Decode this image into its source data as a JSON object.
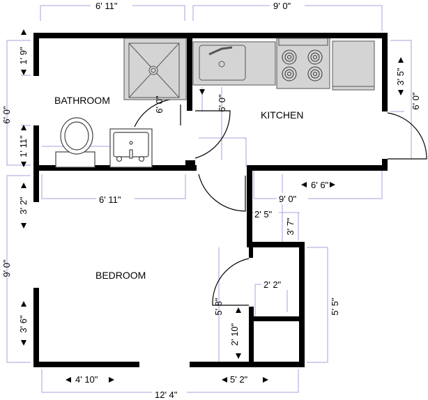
{
  "rooms": {
    "bathroom": "BATHROOM",
    "kitchen": "KITCHEN",
    "bedroom": "BEDROOM"
  },
  "dimensions": {
    "bath_top_width": "6' 11\"",
    "kitchen_top_width": "9' 0\"",
    "bath_left_height": "6' 0\"",
    "bath_upper_segment": "1' 9\"",
    "bath_lower_segment": "1' 11\"",
    "bath_inner_height": "6' 0\"",
    "kitchen_inner_height": "6' 0\"",
    "kitchen_right_segment": "3' 5\"",
    "kitchen_right_height": "6' 0\"",
    "kitchen_bottom_segment": "6' 6\"",
    "kitchen_bottom_width": "9' 0\"",
    "bedroom_top_width": "6' 11\"",
    "bedroom_left_height": "9' 0\"",
    "bedroom_upper_segment": "3' 2\"",
    "bedroom_lower_segment": "3' 6\"",
    "hall_width": "2' 5\"",
    "hall_small": "3' 7\"",
    "closet_width": "2' 2\"",
    "closet_height": "5' 5\"",
    "closet_door_height": "5' 8\"",
    "closet_lower_segment": "2' 10\"",
    "bedroom_bottom_left": "4' 10\"",
    "bedroom_bottom_right": "5' 2\"",
    "bedroom_bottom_width": "12' 4\""
  },
  "colors": {
    "wall": "#000000",
    "dimension_line": "#a3a3dc",
    "fixture": "#d4d4d4"
  }
}
